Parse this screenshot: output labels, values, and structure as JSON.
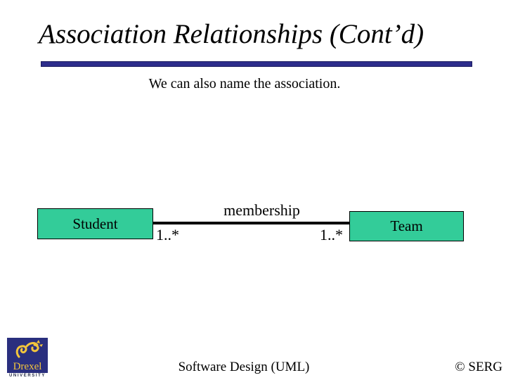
{
  "slide": {
    "title": "Association Relationships (Cont’d)",
    "subtitle": "We can also name the association."
  },
  "diagram": {
    "left_class": "Student",
    "right_class": "Team",
    "association_name": "membership",
    "left_multiplicity": "1..*",
    "right_multiplicity": "1..*"
  },
  "footer": {
    "course": "Software Design (UML)",
    "copyright": "© SERG",
    "logo": {
      "name": "Drexel",
      "subtext": "UNIVERSITY"
    }
  },
  "colors": {
    "rule": "#2D2D8C",
    "class_box_fill": "#33CC99",
    "class_box_border": "#000000",
    "connector": "#000000",
    "logo_blue": "#2A2F7E",
    "logo_gold": "#F2C53D",
    "text": "#000000",
    "background": "#FFFFFF"
  }
}
